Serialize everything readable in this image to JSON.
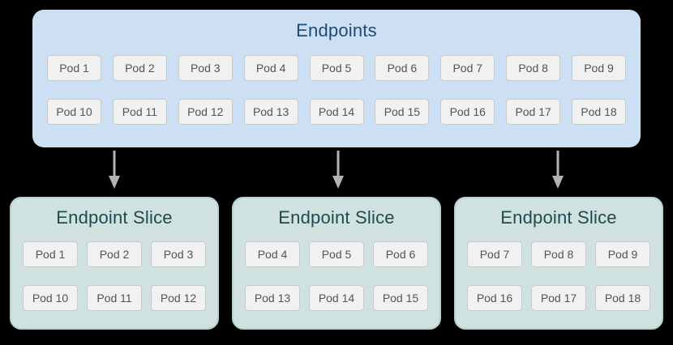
{
  "page": {
    "background_color": "#000000"
  },
  "colors": {
    "endpoints_box_bg": "#cddff2",
    "endpoints_title_text": "#1d4b79",
    "slice_box_bg": "#d0e2e0",
    "slice_box_border": "#b5d2d3",
    "slice_title_text": "#1e4a50",
    "pod_chip_bg": "#f1f1f1",
    "pod_chip_border": "#c9c9c9",
    "pod_chip_text": "#545454",
    "arrow_color": "#b3b3b3"
  },
  "endpoints": {
    "title": "Endpoints",
    "pods_row1": [
      "Pod 1",
      "Pod 2",
      "Pod 3",
      "Pod 4",
      "Pod 5",
      "Pod 6",
      "Pod 7",
      "Pod 8",
      "Pod 9"
    ],
    "pods_row2": [
      "Pod 10",
      "Pod 11",
      "Pod 12",
      "Pod 13",
      "Pod 14",
      "Pod 15",
      "Pod 16",
      "Pod 17",
      "Pod 18"
    ]
  },
  "arrows": {
    "count": 3,
    "direction": "down",
    "icon": "down-arrow-icon"
  },
  "slices": [
    {
      "title": "Endpoint Slice",
      "pods_row1": [
        "Pod 1",
        "Pod 2",
        "Pod 3"
      ],
      "pods_row2": [
        "Pod 10",
        "Pod 11",
        "Pod 12"
      ]
    },
    {
      "title": "Endpoint Slice",
      "pods_row1": [
        "Pod 4",
        "Pod 5",
        "Pod 6"
      ],
      "pods_row2": [
        "Pod 13",
        "Pod 14",
        "Pod 15"
      ]
    },
    {
      "title": "Endpoint Slice",
      "pods_row1": [
        "Pod 7",
        "Pod 8",
        "Pod 9"
      ],
      "pods_row2": [
        "Pod 16",
        "Pod 17",
        "Pod 18"
      ]
    }
  ]
}
